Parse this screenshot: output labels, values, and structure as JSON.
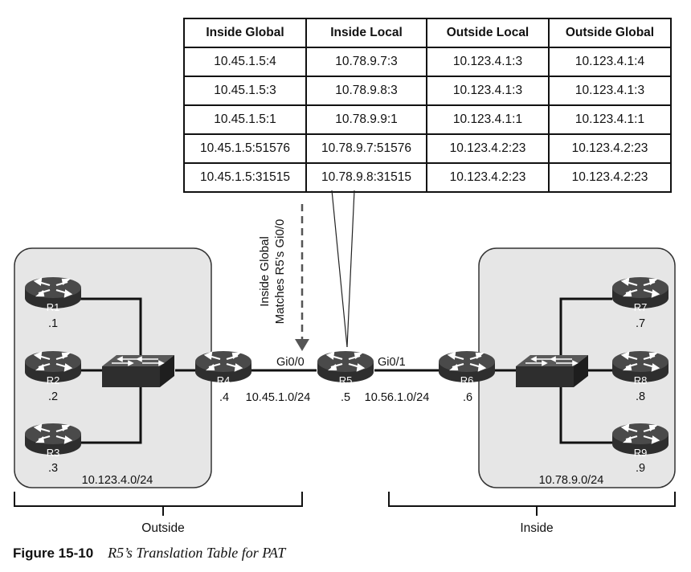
{
  "table": {
    "headers": [
      "Inside Global",
      "Inside Local",
      "Outside Local",
      "Outside Global"
    ],
    "rows": [
      [
        "10.45.1.5:4",
        "10.78.9.7:3",
        "10.123.4.1:3",
        "10.123.4.1:4"
      ],
      [
        "10.45.1.5:3",
        "10.78.9.8:3",
        "10.123.4.1:3",
        "10.123.4.1:3"
      ],
      [
        "10.45.1.5:1",
        "10.78.9.9:1",
        "10.123.4.1:1",
        "10.123.4.1:1"
      ],
      [
        "10.45.1.5:51576",
        "10.78.9.7:51576",
        "10.123.4.2:23",
        "10.123.4.2:23"
      ],
      [
        "10.45.1.5:31515",
        "10.78.9.8:31515",
        "10.123.4.2:23",
        "10.123.4.2:23"
      ]
    ]
  },
  "annotation": {
    "line1": "Inside Global",
    "line2": "Matches R5’s Gi0/0"
  },
  "routers": {
    "r1": {
      "name": "R1",
      "host": ".1"
    },
    "r2": {
      "name": "R2",
      "host": ".2"
    },
    "r3": {
      "name": "R3",
      "host": ".3"
    },
    "r4": {
      "name": "R4",
      "host": ".4"
    },
    "r5": {
      "name": "R5",
      "host": ".5"
    },
    "r6": {
      "name": "R6",
      "host": ".6"
    },
    "r7": {
      "name": "R7",
      "host": ".7"
    },
    "r8": {
      "name": "R8",
      "host": ".8"
    },
    "r9": {
      "name": "R9",
      "host": ".9"
    }
  },
  "interfaces": {
    "gi00": "Gi0/0",
    "gi01": "Gi0/1"
  },
  "subnets": {
    "outside_lan": "10.123.4.0/24",
    "link_r4_r5": "10.45.1.0/24",
    "link_r5_r6": "10.56.1.0/24",
    "inside_lan": "10.78.9.0/24"
  },
  "zones": {
    "outside": "Outside",
    "inside": "Inside"
  },
  "caption": {
    "number": "Figure 15-10",
    "title": "R5’s Translation Table for PAT"
  },
  "colors": {
    "zone_fill": "#e6e6e6",
    "device": "#3a3a3a",
    "line": "#111111"
  }
}
